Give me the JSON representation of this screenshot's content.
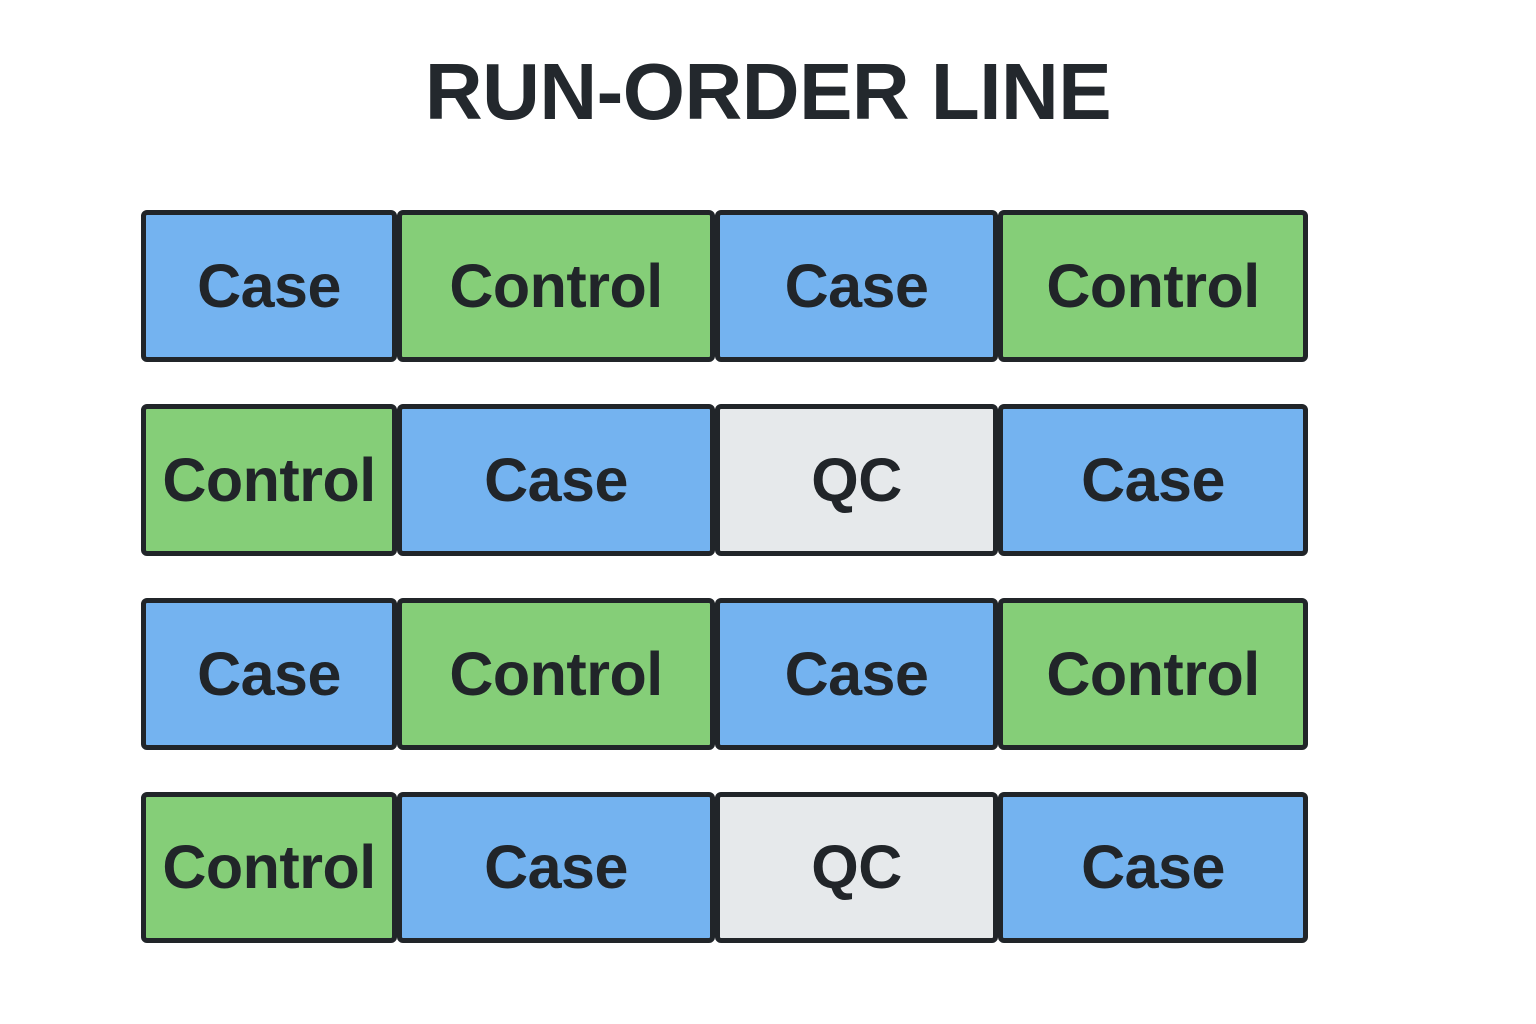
{
  "title": "RUN-ORDER LINE",
  "colors": {
    "background": "#ffffff",
    "border": "#212529",
    "text": "#212529",
    "title_text": "#23282d",
    "case_fill": "#74b3f0",
    "control_fill": "#85ce78",
    "qc_fill": "#e6e9eb"
  },
  "legend_types": [
    {
      "key": "case",
      "label": "Case",
      "color": "#74b3f0"
    },
    {
      "key": "control",
      "label": "Control",
      "color": "#85ce78"
    },
    {
      "key": "qc",
      "label": "QC",
      "color": "#e6e9eb"
    }
  ],
  "grid": {
    "columns": 4,
    "rows": 4,
    "cells": [
      [
        {
          "label": "Case",
          "type": "case"
        },
        {
          "label": "Control",
          "type": "control"
        },
        {
          "label": "Case",
          "type": "case"
        },
        {
          "label": "Control",
          "type": "control"
        }
      ],
      [
        {
          "label": "Control",
          "type": "control"
        },
        {
          "label": "Case",
          "type": "case"
        },
        {
          "label": "QC",
          "type": "qc"
        },
        {
          "label": "Case",
          "type": "case"
        }
      ],
      [
        {
          "label": "Case",
          "type": "case"
        },
        {
          "label": "Control",
          "type": "control"
        },
        {
          "label": "Case",
          "type": "case"
        },
        {
          "label": "Control",
          "type": "control"
        }
      ],
      [
        {
          "label": "Control",
          "type": "control"
        },
        {
          "label": "Case",
          "type": "case"
        },
        {
          "label": "QC",
          "type": "qc"
        },
        {
          "label": "Case",
          "type": "case"
        }
      ]
    ]
  },
  "run_order_sequence": [
    "Case",
    "Control",
    "Case",
    "Control",
    "Control",
    "Case",
    "QC",
    "Case",
    "Case",
    "Control",
    "Case",
    "Control",
    "Control",
    "Case",
    "QC",
    "Case"
  ]
}
